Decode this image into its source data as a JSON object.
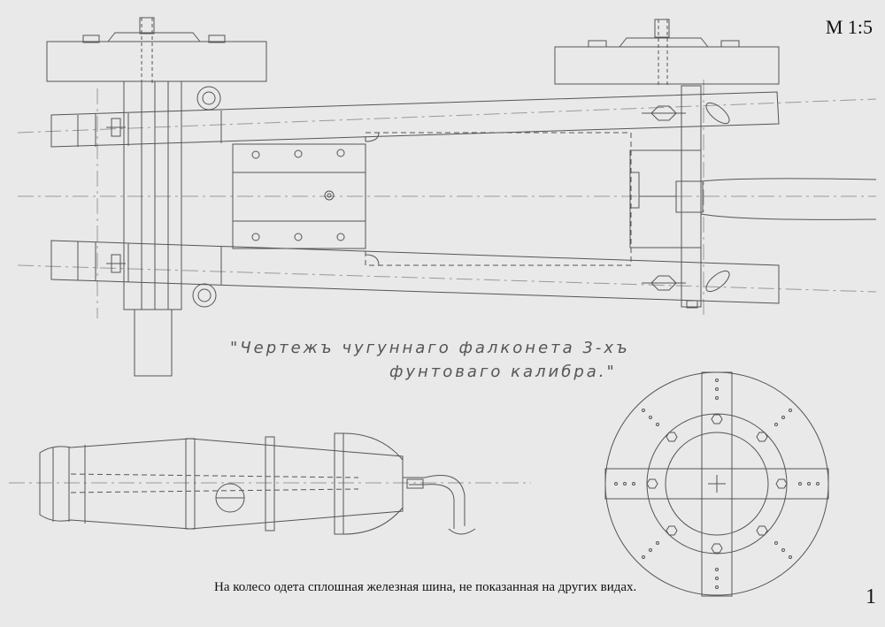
{
  "scale_label": "M 1:5",
  "title": {
    "line1": "\"Чертежъ  чугуннаго фалконета 3-хъ",
    "line2": "фунтоваго калибра.\""
  },
  "note": "На колесо одета сплошная железная шина, не показанная на других видах.",
  "page_number": "1",
  "colors": {
    "paper": "#e9e9e9",
    "line": "#555555",
    "ink": "#111111"
  }
}
